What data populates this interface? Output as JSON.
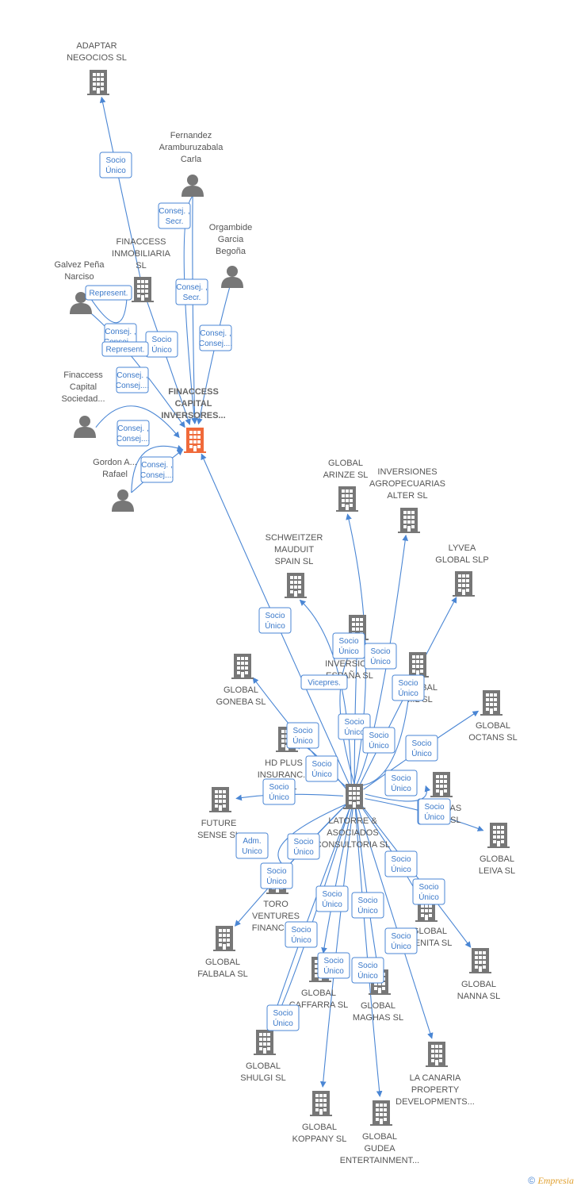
{
  "colors": {
    "edge": "#4a86d4",
    "company": "#777777",
    "focus": "#f06a3a",
    "person": "#777777"
  },
  "nodes": [
    {
      "id": "adaptar",
      "kind": "company",
      "label": [
        "ADAPTAR",
        "NEGOCIOS SL"
      ]
    },
    {
      "id": "fernandez",
      "kind": "person",
      "label": [
        "Fernandez",
        "Aramburuzabala",
        "Carla"
      ]
    },
    {
      "id": "orgambide",
      "kind": "person",
      "label": [
        "Orgambide",
        "Garcia",
        "Begoña"
      ]
    },
    {
      "id": "finaccess_inmob",
      "kind": "company",
      "label": [
        "FINACCESS",
        "INMOBILIARIA",
        "SL"
      ]
    },
    {
      "id": "galvez",
      "kind": "person",
      "label": [
        "Galvez Peña",
        "Narciso"
      ]
    },
    {
      "id": "finaccess_cap_soc",
      "kind": "person",
      "label": [
        "Finaccess",
        "Capital",
        "Sociedad..."
      ]
    },
    {
      "id": "finaccess_inv",
      "kind": "focus",
      "label": [
        "FINACCESS",
        "CAPITAL",
        "INVERSORES..."
      ]
    },
    {
      "id": "gordon",
      "kind": "person",
      "label": [
        "Gordon A...",
        "Rafael"
      ]
    },
    {
      "id": "arinze",
      "kind": "company",
      "label": [
        "GLOBAL",
        "ARINZE SL"
      ]
    },
    {
      "id": "agropec",
      "kind": "company",
      "label": [
        "INVERSIONES",
        "AGROPECUARIAS",
        "ALTER SL"
      ]
    },
    {
      "id": "schweitzer",
      "kind": "company",
      "label": [
        "SCHWEITZER",
        "MAUDUIT",
        "SPAIN SL"
      ]
    },
    {
      "id": "lyvea",
      "kind": "company",
      "label": [
        "LYVEA",
        "GLOBAL SLP"
      ]
    },
    {
      "id": "inv_espana",
      "kind": "company",
      "label": [
        "INVERSIO...",
        "ESPAÑA SL"
      ]
    },
    {
      "id": "global_xx",
      "kind": "company",
      "label": [
        "GLOBAL",
        "...L SL"
      ]
    },
    {
      "id": "goneba",
      "kind": "company",
      "label": [
        "GLOBAL",
        "GONEBA SL"
      ]
    },
    {
      "id": "octans",
      "kind": "company",
      "label": [
        "GLOBAL",
        "OCTANS SL"
      ]
    },
    {
      "id": "hdplus",
      "kind": "company",
      "label": [
        "HD PLUS",
        "INSURANC...",
        "E... SL"
      ]
    },
    {
      "id": "latorre",
      "kind": "company",
      "label": [
        "LATORRE &",
        "ASOCIADOS",
        "CONSULTORIA SL"
      ]
    },
    {
      "id": "las",
      "kind": "company",
      "label": [
        "L... AS",
        "T... SL"
      ]
    },
    {
      "id": "future",
      "kind": "company",
      "label": [
        "FUTURE",
        "SENSE SL"
      ]
    },
    {
      "id": "leiva",
      "kind": "company",
      "label": [
        "GLOBAL",
        "LEIVA SL"
      ]
    },
    {
      "id": "toro",
      "kind": "company",
      "label": [
        "TORO",
        "VENTURES",
        "FINANCIA..."
      ]
    },
    {
      "id": "benita",
      "kind": "company",
      "label": [
        "GLOBAL",
        "...ENITA SL"
      ]
    },
    {
      "id": "falbala",
      "kind": "company",
      "label": [
        "GLOBAL",
        "FALBALA SL"
      ]
    },
    {
      "id": "nanna",
      "kind": "company",
      "label": [
        "GLOBAL",
        "NANNA SL"
      ]
    },
    {
      "id": "caffarra",
      "kind": "company",
      "label": [
        "GLOBAL",
        "CAFFARRA SL"
      ]
    },
    {
      "id": "maghas",
      "kind": "company",
      "label": [
        "GLOBAL",
        "MAGHAS SL"
      ]
    },
    {
      "id": "shulgi",
      "kind": "company",
      "label": [
        "GLOBAL",
        "SHULGI SL"
      ]
    },
    {
      "id": "lacanaria",
      "kind": "company",
      "label": [
        "LA CANARIA",
        "PROPERTY",
        "DEVELOPMENTS..."
      ]
    },
    {
      "id": "koppany",
      "kind": "company",
      "label": [
        "GLOBAL",
        "KOPPANY SL"
      ]
    },
    {
      "id": "gudea",
      "kind": "company",
      "label": [
        "GLOBAL",
        "GUDEA",
        "ENTERTAINMENT..."
      ]
    }
  ],
  "edge_labels": [
    [
      "Socio",
      "Único"
    ],
    [
      "Consej. ,",
      "Secr."
    ],
    [
      "Consej. ,",
      "Secr."
    ],
    [
      "Consej. ,",
      "Consej...."
    ],
    [
      "Represent."
    ],
    [
      "Consej. ,",
      "Consej...."
    ],
    [
      "Socio",
      "Único"
    ],
    [
      "Represent."
    ],
    [
      "Consej. ,",
      "Consej...."
    ],
    [
      "Consej. ,",
      "Consej...."
    ],
    [
      "Consej. ,",
      "Consej...."
    ],
    [
      "Socio",
      "Único"
    ],
    [
      "Socio",
      "Único"
    ],
    [
      "Socio",
      "Único"
    ],
    [
      "Vicepres."
    ],
    [
      "Socio",
      "Único"
    ],
    [
      "Socio",
      "Único"
    ],
    [
      "Socio",
      "Único"
    ],
    [
      "Socio",
      "Único"
    ],
    [
      "Socio",
      "Único"
    ],
    [
      "Socio",
      "Único"
    ],
    [
      "Socio",
      "Único"
    ],
    [
      "Socio",
      "Único"
    ],
    [
      "Socio",
      "Único"
    ],
    [
      "Adm.",
      "Unico"
    ],
    [
      "Socio",
      "Único"
    ],
    [
      "Socio",
      "Único"
    ],
    [
      "Socio",
      "Único"
    ],
    [
      "Socio",
      "Único"
    ],
    [
      "Socio",
      "Único"
    ],
    [
      "Socio",
      "Único"
    ],
    [
      "Socio",
      "Único"
    ],
    [
      "Socio",
      "Único"
    ],
    [
      "Socio",
      "Único"
    ],
    [
      "Socio",
      "Único"
    ],
    [
      "Socio",
      "Único"
    ],
    [
      "Socio",
      "Único"
    ]
  ],
  "footer": {
    "symbol": "©",
    "brand": "Empresia"
  }
}
